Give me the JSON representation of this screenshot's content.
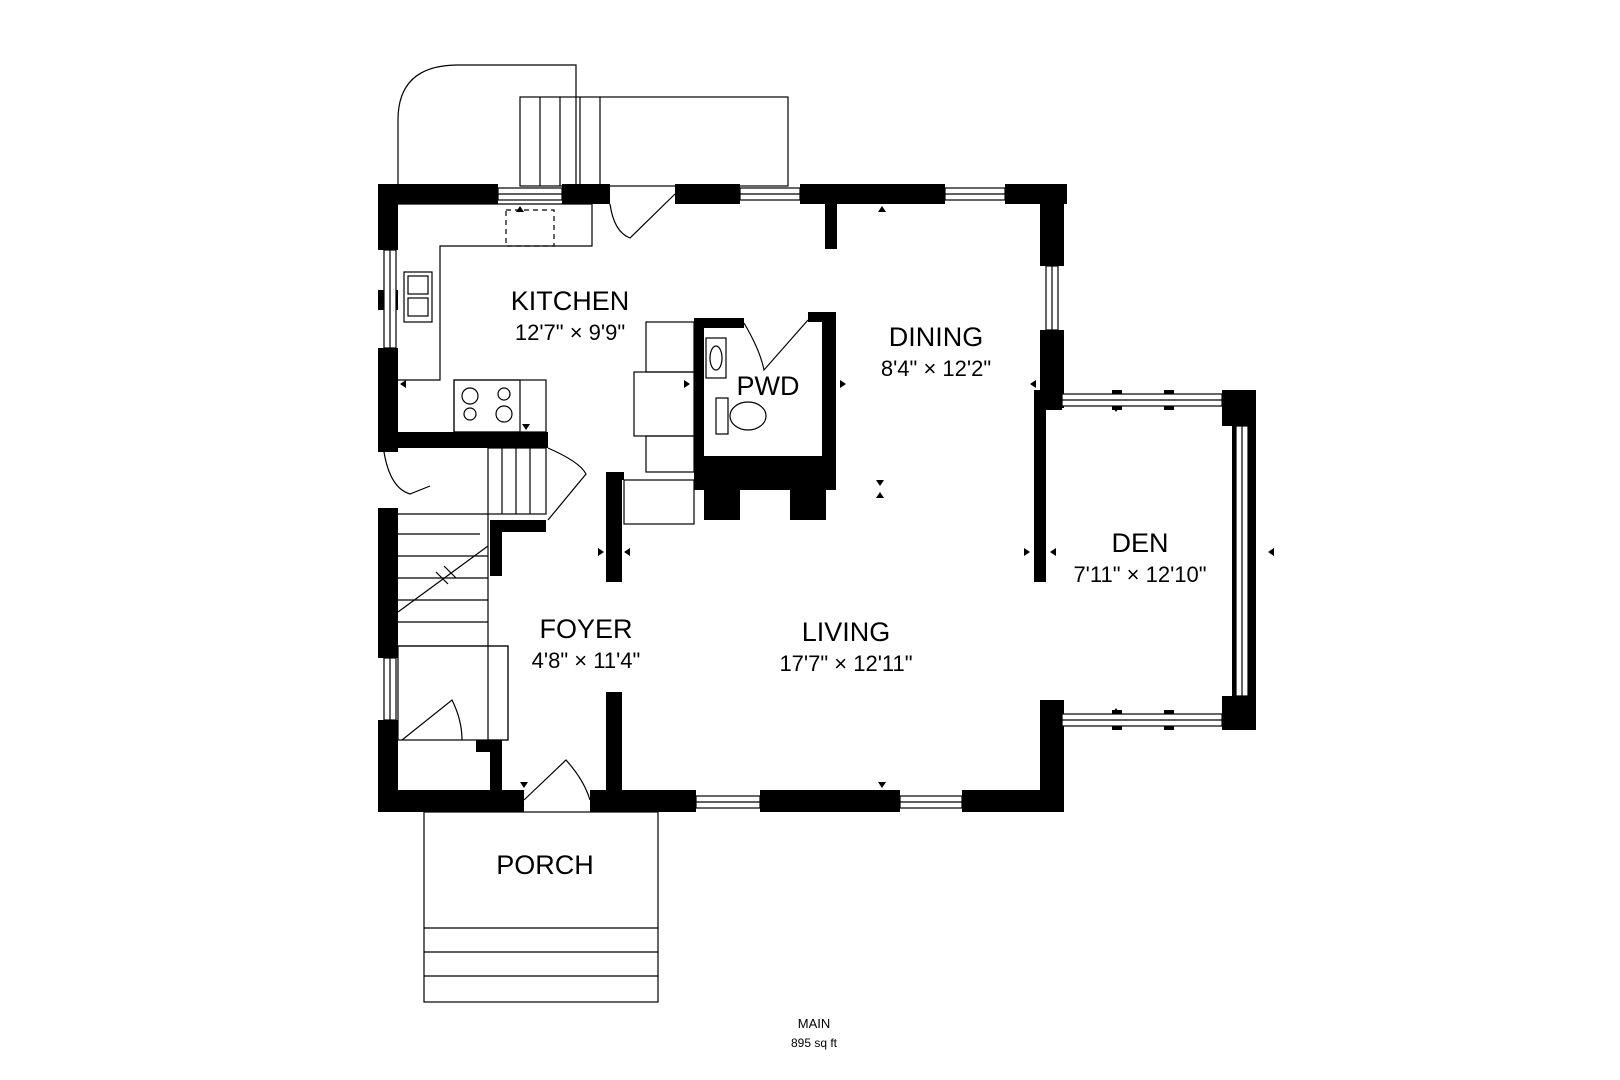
{
  "rooms": {
    "kitchen": {
      "name": "KITCHEN",
      "dims": "12'7\" × 9'9\""
    },
    "dining": {
      "name": "DINING",
      "dims": "8'4\" × 12'2\""
    },
    "pwd": {
      "name": "PWD"
    },
    "den": {
      "name": "DEN",
      "dims": "7'11\" × 12'10\""
    },
    "foyer": {
      "name": "FOYER",
      "dims": "4'8\" × 11'4\""
    },
    "living": {
      "name": "LIVING",
      "dims": "17'7\" × 12'11\""
    },
    "porch": {
      "name": "PORCH"
    }
  },
  "floor": {
    "name": "MAIN",
    "area": "895 sq ft"
  }
}
